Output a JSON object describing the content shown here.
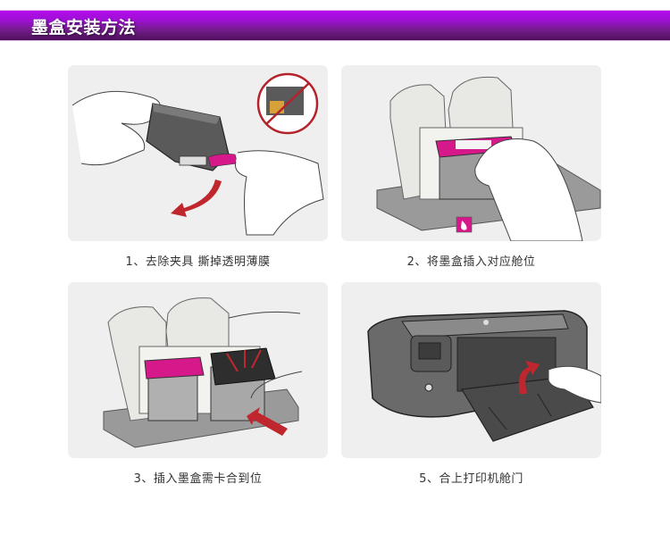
{
  "header": {
    "title": "墨盒安装方法"
  },
  "colors": {
    "header_top": "#b30aec",
    "header_bottom": "#4e0f5c",
    "magenta": "#d6198a",
    "arrow_red": "#c0262e",
    "panel_bg": "#efefef"
  },
  "steps": [
    {
      "caption": "1、去除夹具  撕掉透明薄膜",
      "illustration": "remove-tape"
    },
    {
      "caption": "2、将墨盒插入对应舱位",
      "illustration": "insert-color-cartridge",
      "slot_icon": "ink-drop-icon"
    },
    {
      "caption": "3、插入墨盒需卡合到位",
      "illustration": "snap-cartridge"
    },
    {
      "caption": "5、合上打印机舱门",
      "illustration": "close-printer-door"
    }
  ]
}
